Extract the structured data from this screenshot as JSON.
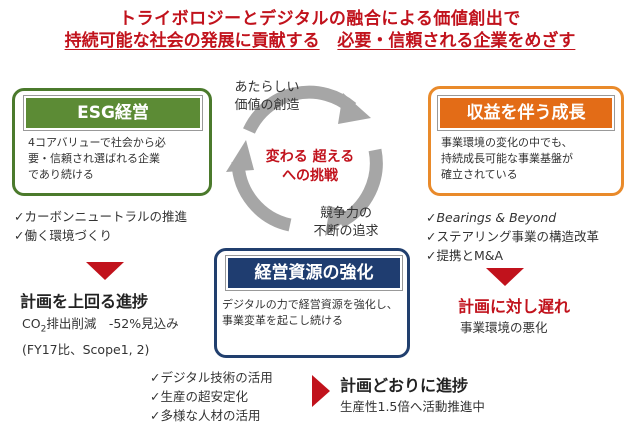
{
  "header": {
    "line1": "トライボロジーとデジタルの融合による価値創出で",
    "line2_part1": "持続可能な社会の発展に貢献する",
    "line2_part2": "必要・信頼される企業をめざす"
  },
  "cycle": {
    "top_label_line1": "あたらしい",
    "top_label_line2": "価値の創造",
    "right_label_line1": "競争力の",
    "right_label_line2": "不断の追求",
    "center_line1": "変わる 超える",
    "center_line2": "への挑戦"
  },
  "esg": {
    "title": "ESG経営",
    "desc_line1": "4コアバリューで社会から必",
    "desc_line2": "要・信頼され選ばれる企業",
    "desc_line3": "であり続ける",
    "checks": [
      "✓カーボンニュートラルの推進",
      "✓働く環境づくり"
    ],
    "result_title": "計画を上回る進捗",
    "result_line1_pre": "CO",
    "result_line1_sub": "2",
    "result_line1_post": "排出削減　-52%見込み",
    "result_line2": "(FY17比、Scope1, 2)",
    "color": "#5c8b35"
  },
  "profit": {
    "title": "収益を伴う成長",
    "desc_line1": "事業環境の変化の中でも、",
    "desc_line2": "持続成長可能な事業基盤が",
    "desc_line3": "確立されている",
    "checks": [
      "✓Bearings & Beyond",
      "✓ステアリング事業の構造改革",
      "✓提携とM&A"
    ],
    "result_title": "計画に対し遅れ",
    "result_line1": "事業環境の悪化",
    "color": "#e36c17"
  },
  "resource": {
    "title": "経営資源の強化",
    "desc_line1": "デジタルの力で経営資源を強化し、",
    "desc_line2": "事業変革を起こし続ける",
    "checks": [
      "✓デジタル技術の活用",
      "✓生産の超安定化",
      "✓多様な人材の活用"
    ],
    "result_title": "計画どおりに進捗",
    "result_line1": "生産性1.5倍へ活動推進中",
    "color": "#1f3d70"
  },
  "colors": {
    "accent_red": "#c1121c",
    "arrow_gray": "#a6a6a6"
  }
}
